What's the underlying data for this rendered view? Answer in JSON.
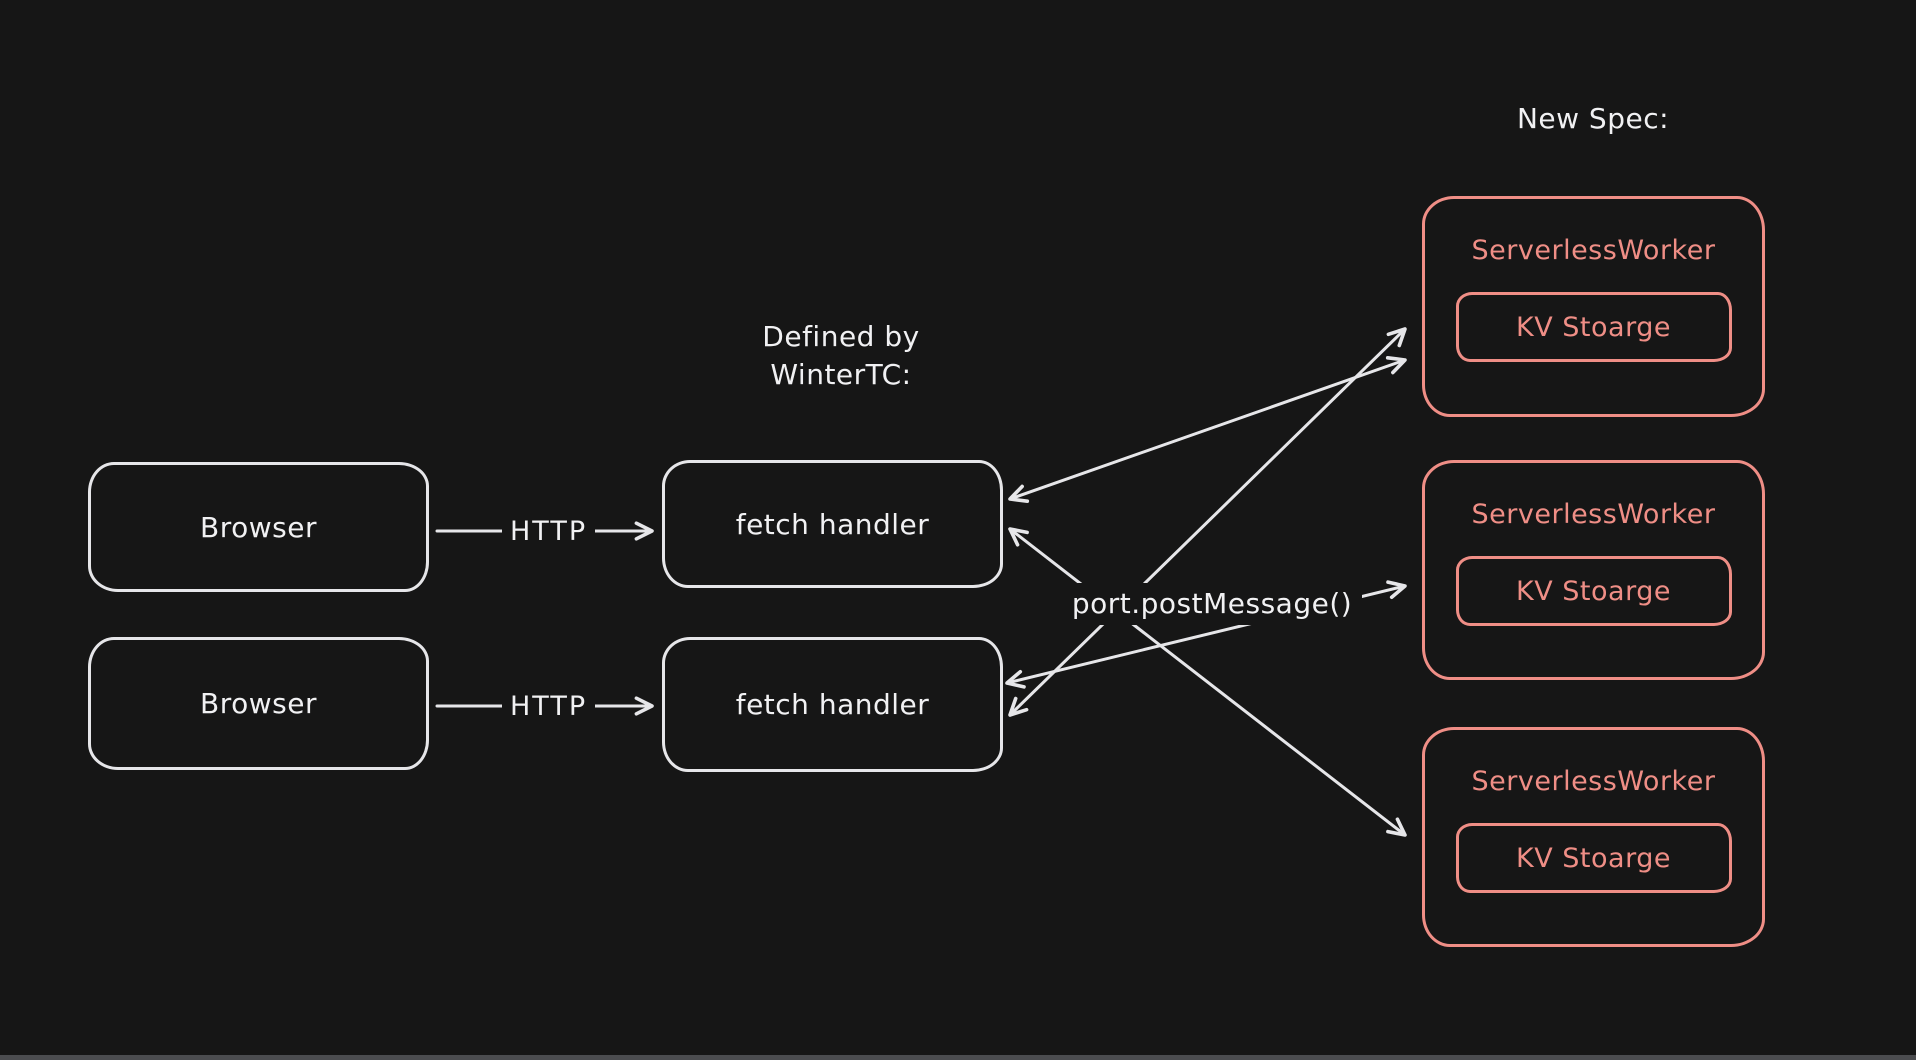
{
  "colors": {
    "background": "#161616",
    "ink": "#f1f1f3",
    "stroke": "#e6e6e9",
    "accent": "#ef8e86",
    "edge_bar": "#595a5e"
  },
  "labels": {
    "new_spec": "New Spec:",
    "defined_by_line1": "Defined by",
    "defined_by_line2": "WinterTC:",
    "http": "HTTP",
    "post_message": "port.postMessage()"
  },
  "nodes": {
    "browsers": [
      {
        "label": "Browser"
      },
      {
        "label": "Browser"
      }
    ],
    "fetch_handlers": [
      {
        "label": "fetch handler"
      },
      {
        "label": "fetch handler"
      }
    ],
    "workers": [
      {
        "title": "ServerlessWorker",
        "storage": "KV Stoarge"
      },
      {
        "title": "ServerlessWorker",
        "storage": "KV Stoarge"
      },
      {
        "title": "ServerlessWorker",
        "storage": "KV Stoarge"
      }
    ]
  }
}
